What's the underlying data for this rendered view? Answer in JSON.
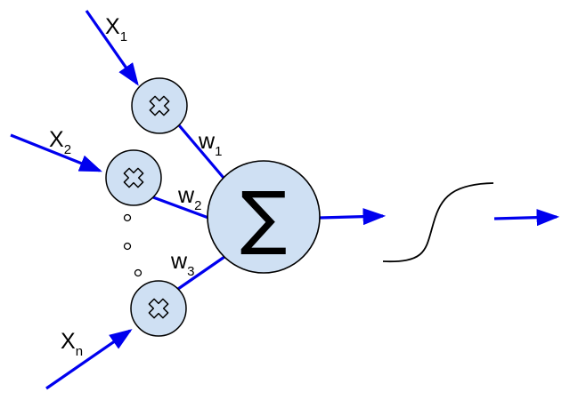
{
  "diagram": {
    "title": "Perceptron",
    "colors": {
      "arrow": "#0000ee",
      "node_fill": "#cfe0f3",
      "node_stroke": "#000000",
      "curve": "#000000"
    },
    "inputs": [
      {
        "label": "X",
        "subscript": "1"
      },
      {
        "label": "X",
        "subscript": "2"
      },
      {
        "label": "X",
        "subscript": "n"
      }
    ],
    "weights": [
      {
        "label": "w",
        "subscript": "1"
      },
      {
        "label": "w",
        "subscript": "2"
      },
      {
        "label": "w",
        "subscript": "3"
      }
    ],
    "multiply_icon": "multiply-icon",
    "ellipsis_dots": 3,
    "summation": {
      "symbol": "∑"
    },
    "activation": {
      "type": "sigmoid"
    }
  }
}
